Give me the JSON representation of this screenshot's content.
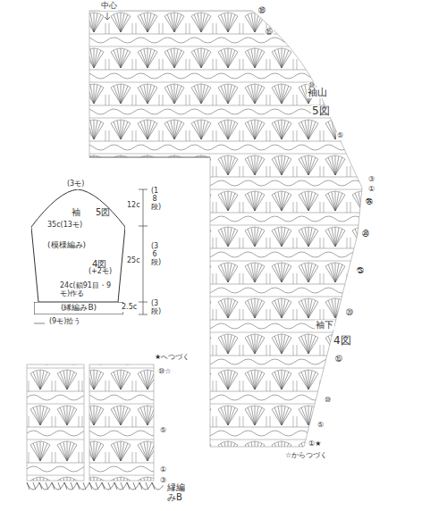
{
  "diagram": {
    "nodes": [
      {
        "text": [
          "袖",
          "5図",
          "(模様編み)",
          "4図"
        ]
      },
      {
        "text": [
          "(縁編みB)"
        ]
      }
    ],
    "labels": [
      "中心",
      "⑱",
      "⑮",
      "⑩",
      "⑤",
      "③",
      "①",
      "㊱",
      "㉚",
      "㉕",
      "⑳",
      "⑮",
      "⑩",
      "⑤",
      "①★",
      "☆からつづく",
      "袖山",
      "5図",
      "袖下",
      "4図",
      "(3モ)",
      "12c",
      "(18段)",
      "35c(13モ)",
      "25c",
      "(36段)",
      "(+2モ)",
      "24c(鎖91目・9モ)作る",
      "2.5c",
      "(3段)",
      "(9モ)拾う",
      "★へつづく",
      "⑩☆",
      "⑤",
      "①",
      "③",
      "縁編みB"
    ]
  }
}
